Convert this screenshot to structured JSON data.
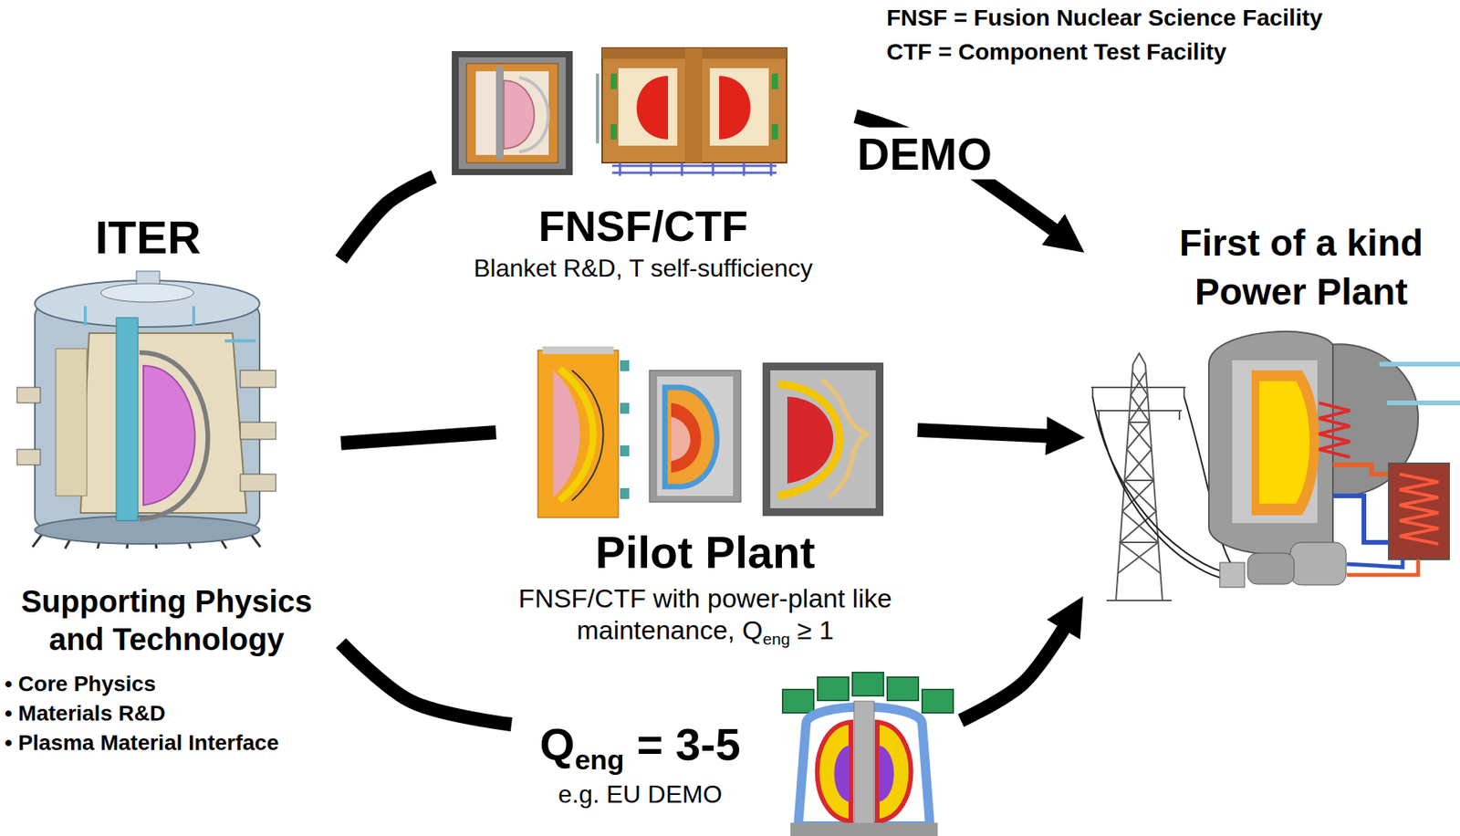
{
  "diagram": {
    "nodes": [
      {
        "text": [
          "ITER",
          "Supporting Physics and Technology",
          "• Core Physics",
          "• Materials R&D",
          "• Plasma Material Interface"
        ]
      },
      {
        "text": [
          "FNSF/CTF",
          "Blanket R&D, T self-sufficiency"
        ]
      },
      {
        "text": [
          "Pilot Plant",
          "FNSF/CTF with power-plant like maintenance, Qeng ≥ 1"
        ]
      },
      {
        "text": [
          "Qeng = 3-5",
          "e.g. EU DEMO"
        ]
      },
      {
        "text": [
          "First of a kind Power Plant"
        ]
      }
    ],
    "edges": [
      {
        "from": 0,
        "to": 1,
        "arrow": "none"
      },
      {
        "from": 1,
        "to": 4,
        "arrow": "to",
        "label": "DEMO"
      },
      {
        "from": 0,
        "to": 2,
        "arrow": "none"
      },
      {
        "from": 2,
        "to": 4,
        "arrow": "to"
      },
      {
        "from": 0,
        "to": 3,
        "arrow": "none"
      },
      {
        "from": 3,
        "to": 4,
        "arrow": "to"
      }
    ],
    "labels": [
      "FNSF = Fusion Nuclear Science Facility",
      "CTF = Component Test Facility"
    ]
  }
}
